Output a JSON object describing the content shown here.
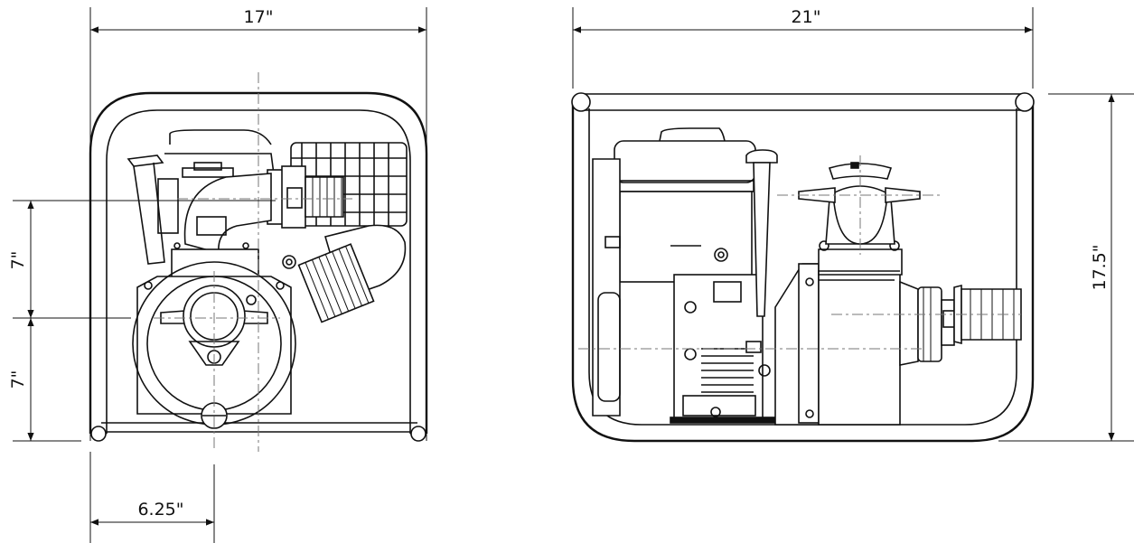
{
  "front_view": {
    "width_dim": "17\"",
    "upper_height_dim": "7\"",
    "lower_height_dim": "7\"",
    "offset_dim": "6.25\""
  },
  "side_view": {
    "width_dim": "21\"",
    "height_dim": "17.5\""
  }
}
